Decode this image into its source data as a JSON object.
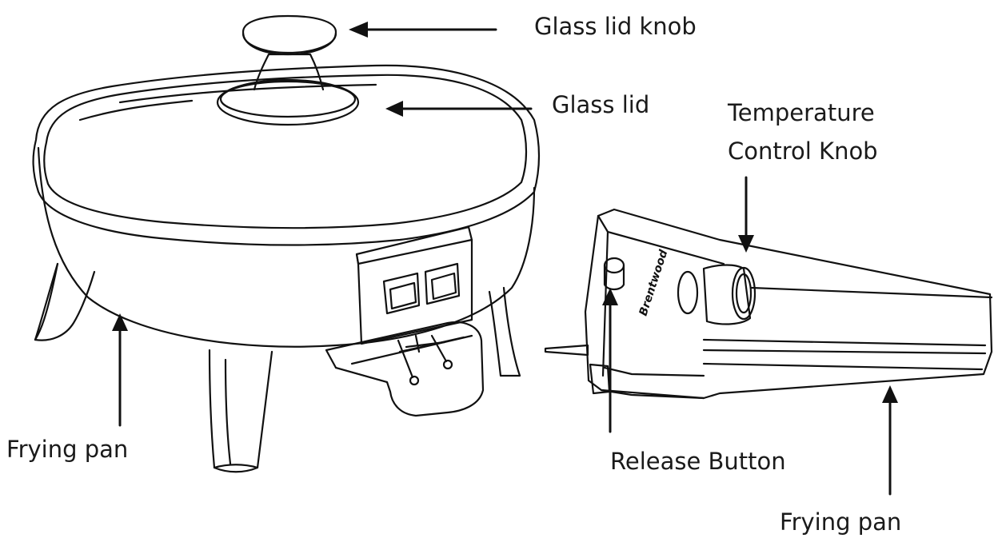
{
  "labels": {
    "glass_lid_knob": "Glass lid knob",
    "glass_lid": "Glass lid",
    "temperature_control_knob_line1": "Temperature",
    "temperature_control_knob_line2": "Control Knob",
    "frying_pan_left": "Frying pan",
    "release_button": "Release Button",
    "frying_pan_right": "Frying pan"
  },
  "brand_logo_text": "Brentwood",
  "colors": {
    "line": "#111111",
    "text": "#1a1a1a",
    "background": "#ffffff"
  }
}
